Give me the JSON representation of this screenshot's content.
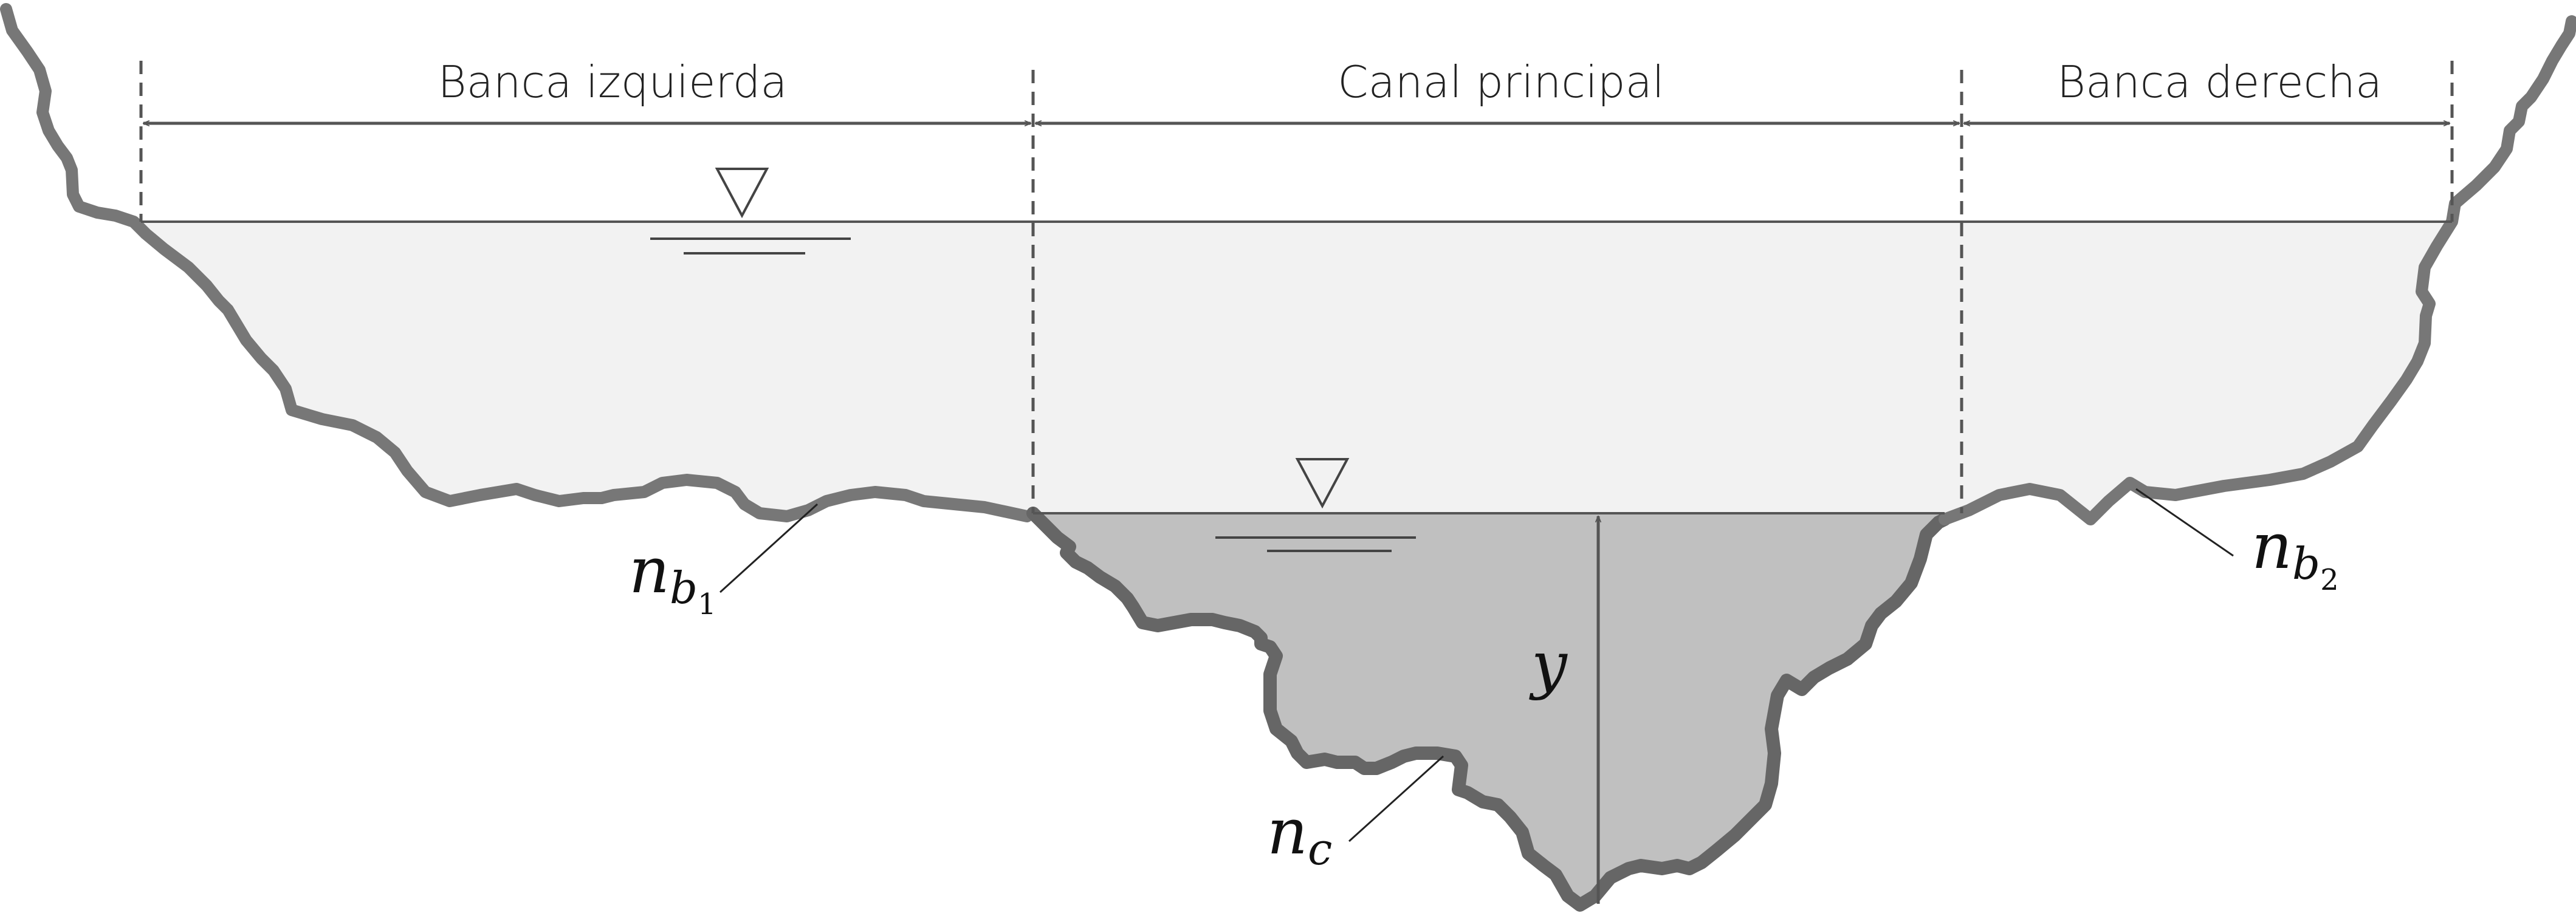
{
  "zones": {
    "left_bank": "Banca izquierda",
    "main_channel": "Canal principal",
    "right_bank": "Banca derecha"
  },
  "roughness": {
    "left_bank": {
      "symbol": "n",
      "sub": "b",
      "subsub": "1"
    },
    "channel": {
      "symbol": "n",
      "sub": "c"
    },
    "right_bank": {
      "symbol": "n",
      "sub": "b",
      "subsub": "2"
    }
  },
  "depth_symbol": "y",
  "colors": {
    "ground_line": "#777777",
    "flood_water": "#f2f2f2",
    "channel_water": "#c0c0c0",
    "guide_lines": "#555555"
  }
}
